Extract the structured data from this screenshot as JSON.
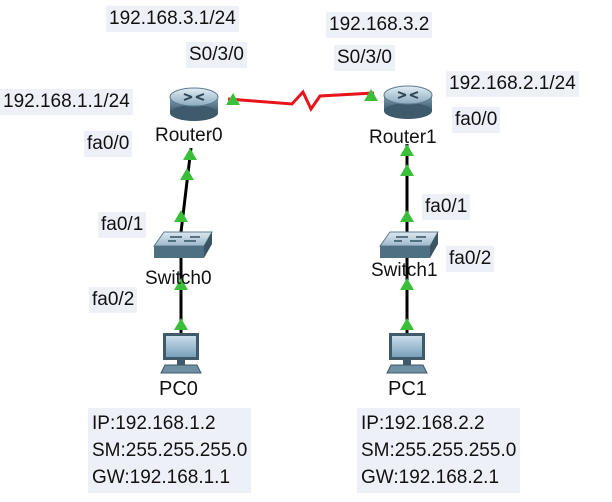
{
  "routers": [
    {
      "name": "Router0",
      "s_ip": "192.168.3.1/24",
      "s_port": "S0/3/0",
      "lan_ip": "192.168.1.1/24",
      "lan_port": "fa0/0"
    },
    {
      "name": "Router1",
      "s_ip": "192.168.3.2",
      "s_port": "S0/3/0",
      "lan_ip": "192.168.2.1/24",
      "lan_port": "fa0/0"
    }
  ],
  "switches": [
    {
      "name": "Switch0",
      "up_port": "fa0/1",
      "down_port": "fa0/2"
    },
    {
      "name": "Switch1",
      "up_port": "fa0/1",
      "down_port": "fa0/2"
    }
  ],
  "pcs": [
    {
      "name": "PC0",
      "ip": "IP:192.168.1.2",
      "sm": "SM:255.255.255.0",
      "gw": "GW:192.168.1.1"
    },
    {
      "name": "PC1",
      "ip": "IP:192.168.2.2",
      "sm": "SM:255.255.255.0",
      "gw": "GW:192.168.2.1"
    }
  ],
  "colors": {
    "serial_link": "#e8131b",
    "ethernet_link": "#000000",
    "link_light": "#3bbf3b"
  }
}
